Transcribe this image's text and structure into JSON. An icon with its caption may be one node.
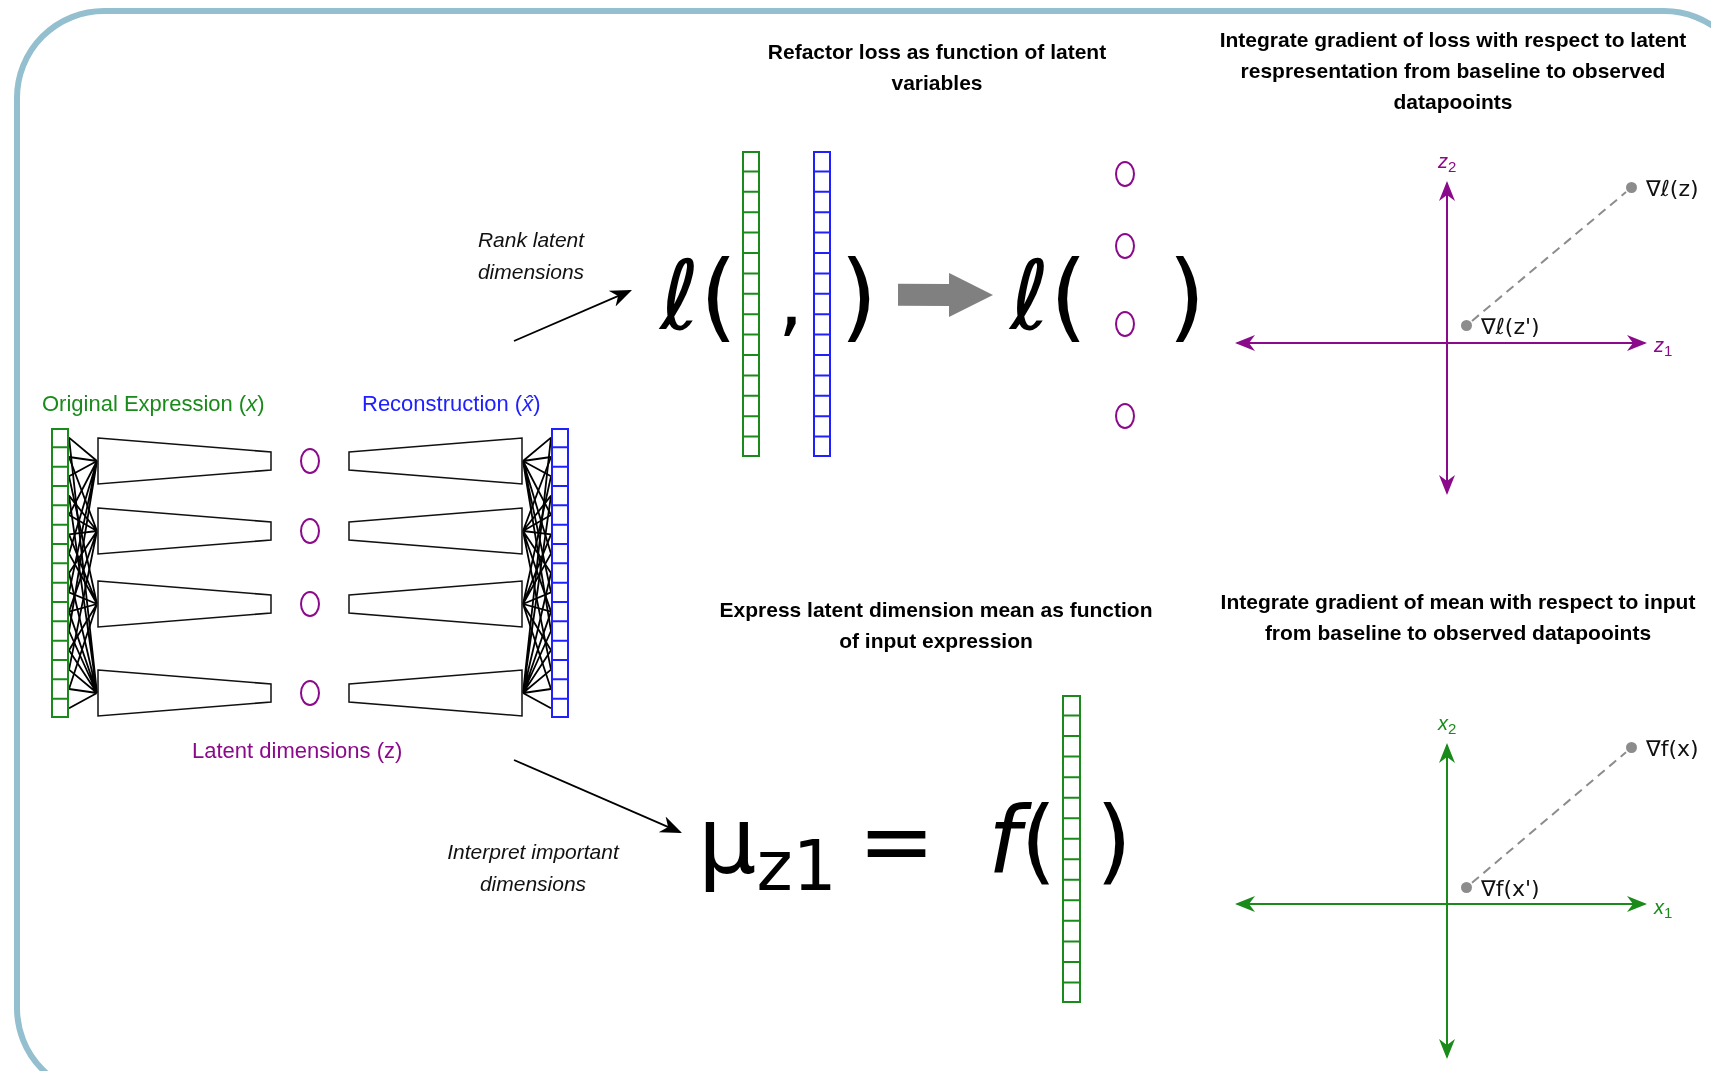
{
  "diagram": {
    "nodes": [
      {
        "text": [],
        "shape": "box"
      },
      {
        "text": [],
        "shape": "bar",
        "in": 0
      },
      {
        "text": [],
        "shape": "bar",
        "in": 0
      },
      {
        "text": [],
        "shape": "trapezoid",
        "in": 0
      },
      {
        "text": [],
        "shape": "trapezoid",
        "in": 0
      },
      {
        "text": [],
        "shape": "trapezoid",
        "in": 0
      },
      {
        "text": [],
        "shape": "trapezoid",
        "in": 0
      },
      {
        "text": [],
        "shape": "circle",
        "in": 0
      },
      {
        "text": [],
        "shape": "circle",
        "in": 0
      },
      {
        "text": [],
        "shape": "circle",
        "in": 0
      },
      {
        "text": [],
        "shape": "circle",
        "in": 0
      },
      {
        "text": [],
        "shape": "trapezoid",
        "in": 0
      },
      {
        "text": [],
        "shape": "trapezoid",
        "in": 0
      },
      {
        "text": [],
        "shape": "trapezoid",
        "in": 0
      },
      {
        "text": [],
        "shape": "trapezoid",
        "in": 0
      },
      {
        "text": [
          "ℓ(",
          ",",
          ")"
        ],
        "in": 0
      },
      {
        "text": [],
        "shape": "bar",
        "in": 15
      },
      {
        "text": [],
        "shape": "bar",
        "in": 15
      },
      {
        "text": [
          "ℓ(",
          ")"
        ],
        "in": 0
      },
      {
        "text": [],
        "shape": "circle",
        "in": 18
      },
      {
        "text": [],
        "shape": "circle",
        "in": 18
      },
      {
        "text": [],
        "shape": "circle",
        "in": 18
      },
      {
        "text": [],
        "shape": "circle",
        "in": 18
      },
      {
        "text": [
          "μ$_{z1}$",
          "=",
          "*f*(",
          ")"
        ],
        "in": 0
      },
      {
        "text": [],
        "shape": "bar",
        "in": 23
      },
      {
        "text": [],
        "shape": "circle",
        "beside": [
          "∇ℓ(z')"
        ],
        "in": 0
      },
      {
        "text": [],
        "shape": "circle",
        "beside": [
          "∇ℓ(z)"
        ],
        "in": 0
      },
      {
        "text": [],
        "shape": "circle",
        "beside": [
          "∇f(x')"
        ],
        "in": 0
      },
      {
        "text": [],
        "shape": "circle",
        "beside": [
          "∇f(x)"
        ],
        "in": 0
      }
    ],
    "edges": [
      {
        "from": 1,
        "to": 3,
        "arrow": "none"
      },
      {
        "from": 1,
        "to": 4,
        "arrow": "none"
      },
      {
        "from": 1,
        "to": 5,
        "arrow": "none"
      },
      {
        "from": 1,
        "to": 6,
        "arrow": "none"
      },
      {
        "from": 11,
        "to": 2,
        "arrow": "none"
      },
      {
        "from": 12,
        "to": 2,
        "arrow": "none"
      },
      {
        "from": 13,
        "to": 2,
        "arrow": "none"
      },
      {
        "from": 14,
        "to": 2,
        "arrow": "none"
      },
      {
        "from": null,
        "to": 15,
        "arrow": "to",
        "label": "Rank latent dimensions"
      },
      {
        "from": 15,
        "to": 18,
        "arrow": "to",
        "style": "thick",
        "color": "#808080"
      },
      {
        "from": null,
        "to": 23,
        "arrow": "to",
        "label": "Interpret important dimensions"
      },
      {
        "from": 25,
        "to": 26,
        "arrow": "none",
        "style": "dashed",
        "color": "#8c8c8c"
      },
      {
        "from": 27,
        "to": 28,
        "arrow": "none",
        "style": "dashed",
        "color": "#8c8c8c"
      }
    ],
    "labels": [
      "Refactor loss as function of latent variables",
      "Integrate gradient of loss with respect to latent respresentation from baseline to observed datapooints",
      "*z*$_{2}$",
      "*z*$_{1}$",
      "Original Expression (*x*)",
      "Reconstruction (*x̂*)",
      "Latent dimensions (z)",
      "Express latent dimension mean as function of input expression",
      "Integrate gradient of mean with respect to input from baseline to observed datapooints",
      "*x*$_{2}$",
      "*x*$_{1}$"
    ]
  }
}
